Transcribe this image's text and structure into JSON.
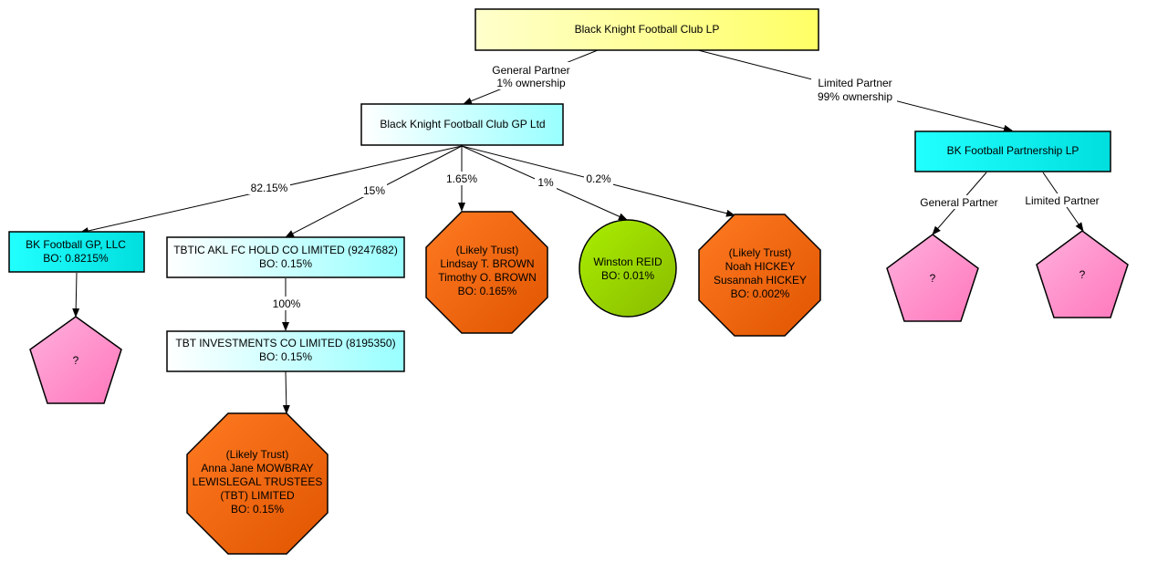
{
  "nodes": {
    "root": {
      "lines": [
        "Black Knight Football Club LP"
      ],
      "color": "#ffff7a"
    },
    "gp_ltd": {
      "lines": [
        "Black Knight Football Club GP Ltd"
      ],
      "color": "#c8ffff"
    },
    "bk_partnership": {
      "lines": [
        "BK Football Partnership LP"
      ],
      "color": "#17f5f5"
    },
    "bk_gp_llc": {
      "lines": [
        "BK Football GP, LLC",
        "BO: 0.8215%"
      ],
      "color": "#17e8e8"
    },
    "tbtic": {
      "lines": [
        "TBTIC AKL FC HOLD CO LIMITED (9247682)",
        "BO: 0.15%"
      ],
      "color": "#c8ffff"
    },
    "tbt_investments": {
      "lines": [
        "TBT INVESTMENTS CO LIMITED (8195350)",
        "BO: 0.15%"
      ],
      "color": "#c8ffff"
    },
    "brown_trust": {
      "lines": [
        "(Likely Trust)",
        "Lindsay T. BROWN",
        "Timothy O. BROWN",
        "BO: 0.165%"
      ],
      "color": "#f07020"
    },
    "winston": {
      "lines": [
        "Winston REID",
        "BO: 0.01%"
      ],
      "color": "#99cc00"
    },
    "hickey_trust": {
      "lines": [
        "(Likely Trust)",
        "Noah HICKEY",
        "Susannah HICKEY",
        "BO: 0.002%"
      ],
      "color": "#f07020"
    },
    "mowbray_trust": {
      "lines": [
        "(Likely Trust)",
        "Anna Jane MOWBRAY",
        "LEWISLEGAL TRUSTEES",
        "(TBT) LIMITED",
        "BO: 0.15%"
      ],
      "color": "#f07020"
    },
    "unknown_llc": {
      "lines": [
        "?"
      ],
      "color": "#ff99cc"
    },
    "unknown_gp": {
      "lines": [
        "?"
      ],
      "color": "#ff99cc"
    },
    "unknown_lp": {
      "lines": [
        "?"
      ],
      "color": "#ff99cc"
    }
  },
  "edges": [
    {
      "from": "root",
      "to": "gp_ltd",
      "label": [
        "General Partner",
        "1% ownership"
      ]
    },
    {
      "from": "root",
      "to": "bk_partnership",
      "label": [
        "Limited Partner",
        "99% ownership"
      ]
    },
    {
      "from": "gp_ltd",
      "to": "bk_gp_llc",
      "label": [
        "82.15%"
      ]
    },
    {
      "from": "gp_ltd",
      "to": "tbtic",
      "label": [
        "15%"
      ]
    },
    {
      "from": "gp_ltd",
      "to": "brown_trust",
      "label": [
        "1.65%"
      ]
    },
    {
      "from": "gp_ltd",
      "to": "winston",
      "label": [
        "1%"
      ]
    },
    {
      "from": "gp_ltd",
      "to": "hickey_trust",
      "label": [
        "0.2%"
      ]
    },
    {
      "from": "tbtic",
      "to": "tbt_investments",
      "label": [
        "100%"
      ]
    },
    {
      "from": "tbt_investments",
      "to": "mowbray_trust",
      "label": []
    },
    {
      "from": "bk_gp_llc",
      "to": "unknown_llc",
      "label": []
    },
    {
      "from": "bk_partnership",
      "to": "unknown_gp",
      "label": [
        "General Partner"
      ]
    },
    {
      "from": "bk_partnership",
      "to": "unknown_lp",
      "label": [
        "Limited Partner"
      ]
    }
  ]
}
